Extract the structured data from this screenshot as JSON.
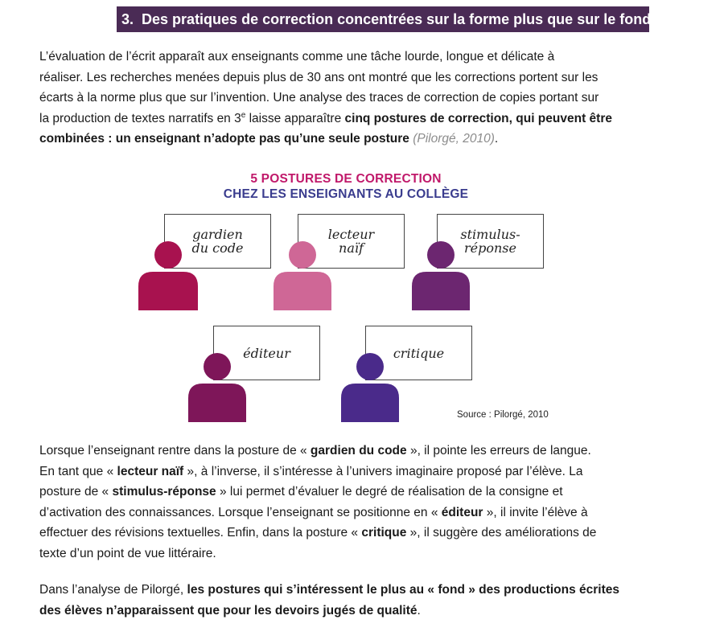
{
  "section": {
    "number": "3.",
    "title": "Des pratiques de correction concentrées sur la forme plus que sur le fond"
  },
  "intro": {
    "lines": [
      "L’évaluation de l’écrit apparaît aux enseignants comme une tâche lourde, longue et délicate à",
      "réaliser. Les recherches menées depuis plus de 30 ans ont montré que les corrections portent sur les",
      "écarts à la norme plus que sur l’invention. Une analyse des traces de correction de copies portant sur"
    ],
    "line4_a": "la production de textes narratifs en 3",
    "line4_sup": "e",
    "line4_b": " laisse apparaître ",
    "line4_bold": "cinq postures de correction, qui peuvent être",
    "line5_bold": "combinées : un enseignant n’adopte pas qu’une seule posture",
    "line5_sep": " ",
    "citation": "(Pilorgé, 2010)",
    "line5_end": "."
  },
  "figure": {
    "title_line1": "5 POSTURES DE CORRECTION",
    "title_line2": "CHEZ LES ENSEIGNANTS AU COLLÈGE",
    "postures": [
      {
        "label": [
          "gardien",
          "du code"
        ],
        "color": "#a8124f"
      },
      {
        "label": [
          "lecteur",
          "naïf"
        ],
        "color": "#cf6796"
      },
      {
        "label": [
          "stimulus-",
          "réponse"
        ],
        "color": "#6c2670"
      },
      {
        "label": [
          "éditeur"
        ],
        "color": "#7e1659"
      },
      {
        "label": [
          "critique"
        ],
        "color": "#4a2a8a"
      }
    ],
    "source": "Source : Pilorgé, 2010"
  },
  "para2": {
    "l1_a": "Lorsque l’enseignant rentre dans la posture de « ",
    "l1_b": "gardien du code",
    "l1_c": " », il pointe les erreurs de langue.",
    "l2_a": "En tant que « ",
    "l2_b": "lecteur naïf",
    "l2_c": " », à l’inverse, il s’intéresse à l’univers imaginaire proposé par l’élève. La",
    "l3_a": "posture de « ",
    "l3_b": "stimulus-réponse",
    "l3_c": " » lui permet d’évaluer le degré de réalisation de la consigne et",
    "l4_a": "d’activation des connaissances. Lorsque l’enseignant se positionne en « ",
    "l4_b": "éditeur",
    "l4_c": " », il invite l’élève à",
    "l5_a": "effectuer des révisions textuelles. Enfin, dans la posture « ",
    "l5_b": "critique",
    "l5_c": " », il suggère des améliorations de",
    "l6": "texte d’un point de vue littéraire."
  },
  "para3": {
    "l1_a": "Dans l’analyse de Pilorgé, ",
    "l1_b": "les postures qui s’intéressent le plus au « fond » des productions écrites",
    "l2_b": "des élèves n’apparaissent que pour les devoirs jugés de qualité",
    "l2_c": "."
  }
}
